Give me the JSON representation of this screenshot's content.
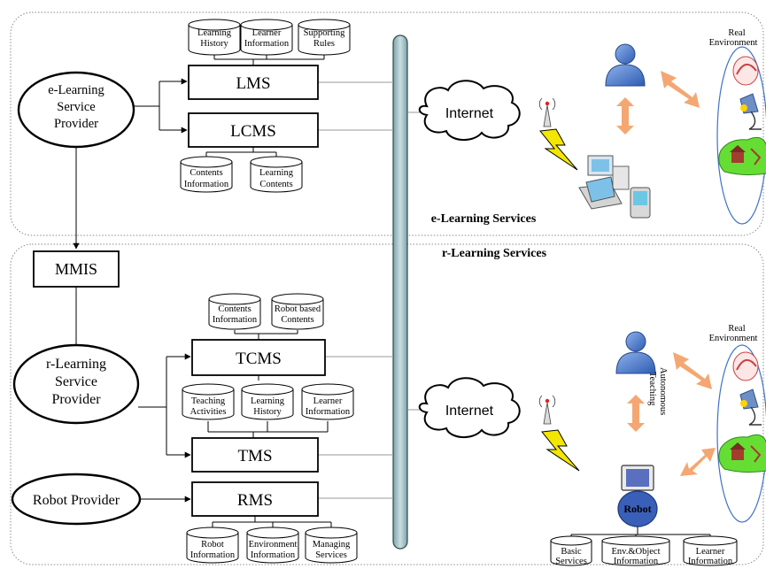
{
  "panels": {
    "top_label": "e-Learning Services",
    "bottom_label": "r-Learning Services"
  },
  "providers": {
    "e_provider": [
      "e-Learning",
      "Service",
      "Provider"
    ],
    "r_provider": [
      "r-Learning",
      "Service",
      "Provider"
    ],
    "robot_provider": "Robot Provider"
  },
  "systems": {
    "lms": "LMS",
    "lcms": "LCMS",
    "mmis": "MMIS",
    "tcms": "TCMS",
    "tms": "TMS",
    "rms": "RMS"
  },
  "databases": {
    "learning_history_top": [
      "Learning",
      "History"
    ],
    "learner_information_top": [
      "Learner",
      "Information"
    ],
    "supporting_rules": [
      "Supporting",
      "Rules"
    ],
    "contents_information_top": [
      "Contents",
      "Information"
    ],
    "learning_contents": [
      "Learning",
      "Contents"
    ],
    "contents_information_mid": [
      "Contents",
      "Information"
    ],
    "robot_based_contents": [
      "Robot based",
      "Contents"
    ],
    "teaching_activities": [
      "Teaching",
      "Activities"
    ],
    "learning_history_mid": [
      "Learning",
      "History"
    ],
    "learner_information_mid": [
      "Learner",
      "Information"
    ],
    "robot_information": [
      "Robot",
      "Information"
    ],
    "environment_information": [
      "Environment",
      "Information"
    ],
    "managing_services": [
      "Managing",
      "Services"
    ],
    "basic_services": [
      "Basic",
      "Services"
    ],
    "env_object_information": [
      "Env.&Object",
      "Information"
    ],
    "learner_information_robot": [
      "Learner",
      "Information"
    ]
  },
  "network": {
    "internet_top": "Internet",
    "internet_bottom": "Internet"
  },
  "environment": {
    "real_env_top": [
      "Real",
      "Environment"
    ],
    "real_env_bottom": [
      "Real",
      "Environment"
    ],
    "autonomous_teaching": [
      "Autonomous",
      "Teaching"
    ],
    "robot_label": "Robot"
  },
  "colors": {
    "bus_fill": "#a9c6c9",
    "user_blue": "#3f73c8",
    "arrow_orange": "#f4a772",
    "lightning": "#f3e600",
    "robot_blue": "#3a5fb8",
    "scene_green": "#66dd33"
  }
}
